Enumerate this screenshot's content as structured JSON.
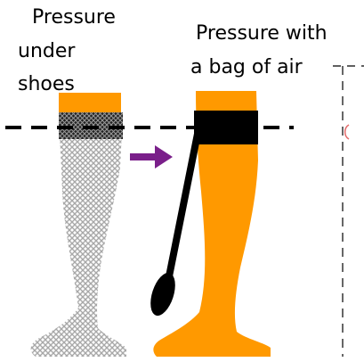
{
  "labels": {
    "left_line1": "Pressure",
    "left_line2": "under",
    "left_line3": "shoes",
    "right_line1": "Pressure with",
    "right_line2": "a bag of air"
  },
  "colors": {
    "orange": "#ff9900",
    "gray_pattern": "#c8c8c8",
    "black": "#000000",
    "arrow_purple": "#7a1f8a",
    "annotation_red": "#e36a6a"
  },
  "icons": {
    "arrow": "right-arrow-icon",
    "air_bulb": "pump-bulb-icon"
  }
}
